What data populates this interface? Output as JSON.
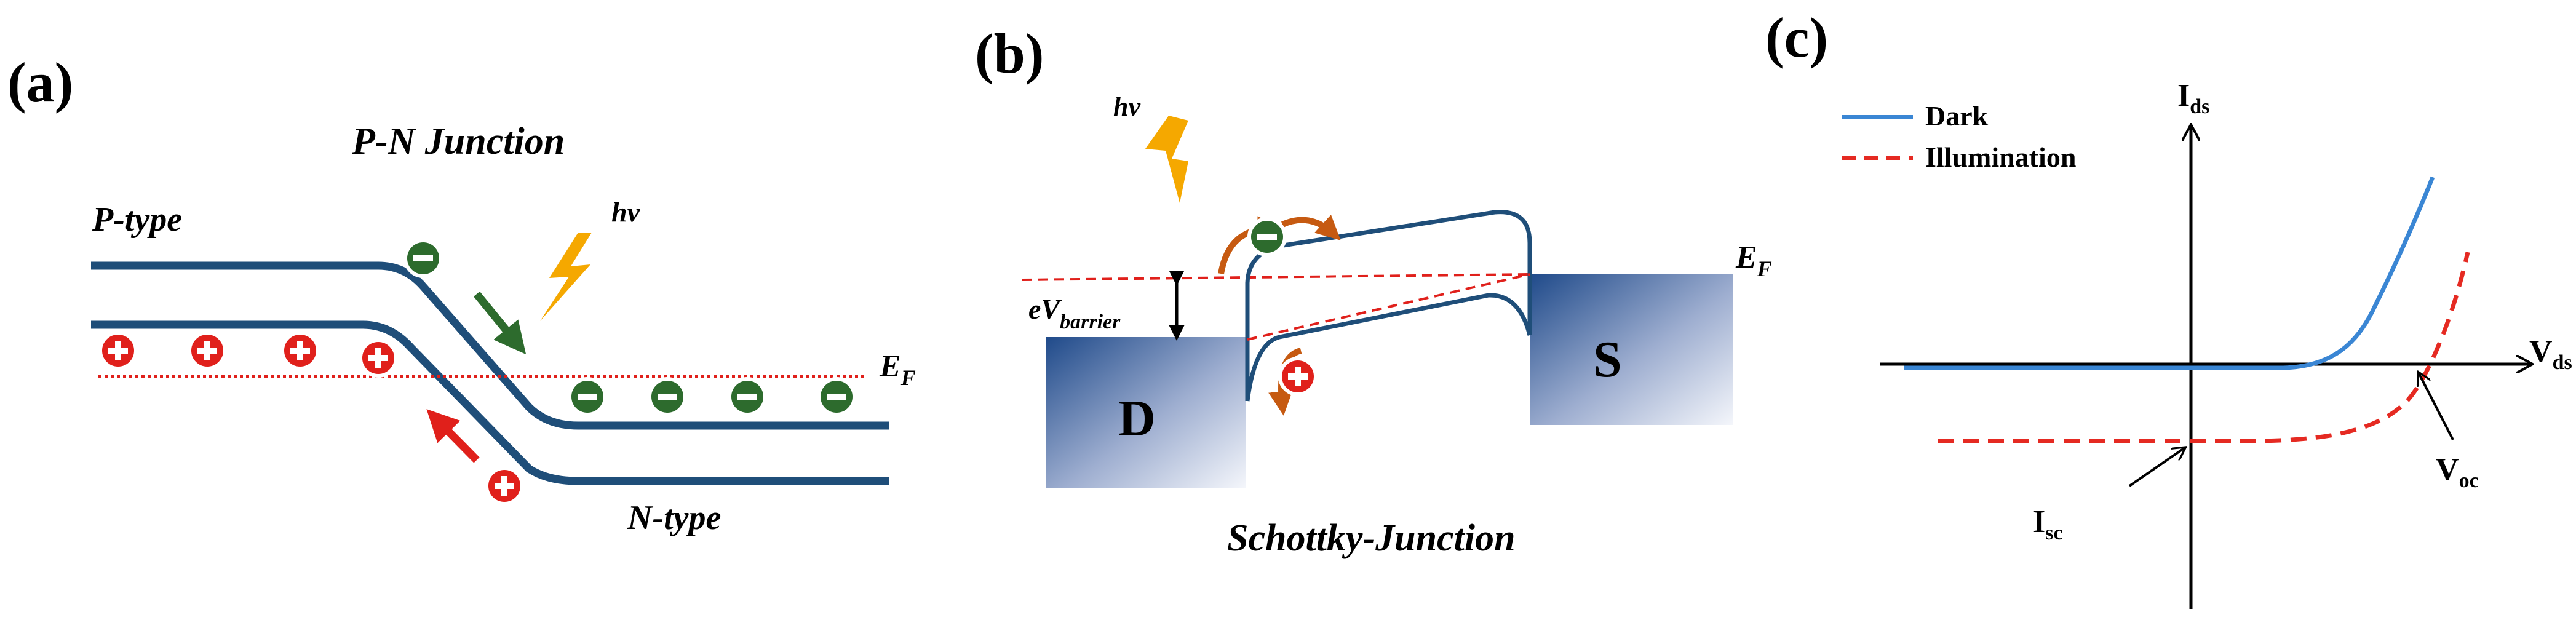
{
  "panel_a": {
    "label": "(a)",
    "title": "P-N Junction",
    "p_type": "P-type",
    "n_type": "N-type",
    "photon": "hv",
    "fermi_main": "E",
    "fermi_sub": "F",
    "electron_symbol": "−",
    "hole_symbol": "+"
  },
  "panel_b": {
    "label": "(b)",
    "title": "Schottky-Junction",
    "photon": "hv",
    "barrier_prefix": "eV",
    "barrier_sub": "barrier",
    "drain": "D",
    "source": "S",
    "fermi_main": "E",
    "fermi_sub": "F",
    "electron_symbol": "−",
    "hole_symbol": "+"
  },
  "panel_c": {
    "label": "(c)",
    "legend": {
      "dark": "Dark",
      "illumination": "Illumination"
    },
    "y_axis_main": "I",
    "y_axis_sub": "ds",
    "x_axis_main": "V",
    "x_axis_sub": "ds",
    "isc_main": "I",
    "isc_sub": "sc",
    "voc_main": "V",
    "voc_sub": "oc"
  },
  "colors": {
    "band": "#1f4e79",
    "electron": "#2d6b2d",
    "hole": "#e0201b",
    "photon": "#f5a800",
    "curl": "#c65a11",
    "dark_curve": "#3a86d4",
    "illum_curve": "#e52a22",
    "axis": "#000000"
  }
}
